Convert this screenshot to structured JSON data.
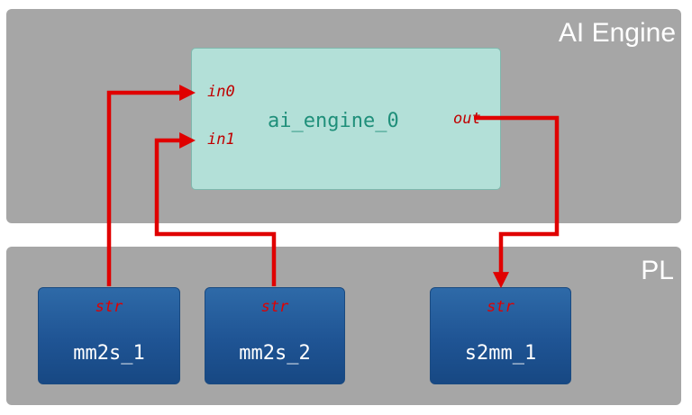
{
  "regions": {
    "aie_label": "AI Engine",
    "pl_label": "PL"
  },
  "kernel": {
    "name": "ai_engine_0",
    "ports": {
      "in0": "in0",
      "in1": "in1",
      "out": "out"
    },
    "fill_color": "#b3e0d8",
    "name_color": "#1f8f7a"
  },
  "pl_blocks": [
    {
      "name": "mm2s_1",
      "port": "str"
    },
    {
      "name": "mm2s_2",
      "port": "str"
    },
    {
      "name": "s2mm_1",
      "port": "str"
    }
  ],
  "connections": [
    {
      "from": "mm2s_1.str",
      "to": "ai_engine_0.in0"
    },
    {
      "from": "mm2s_2.str",
      "to": "ai_engine_0.in1"
    },
    {
      "from": "ai_engine_0.out",
      "to": "s2mm_1.str"
    }
  ],
  "colors": {
    "region_bg": "#a6a6a6",
    "wire": "#e00000",
    "port_text": "#c00000",
    "pl_block": "#1f5494"
  }
}
